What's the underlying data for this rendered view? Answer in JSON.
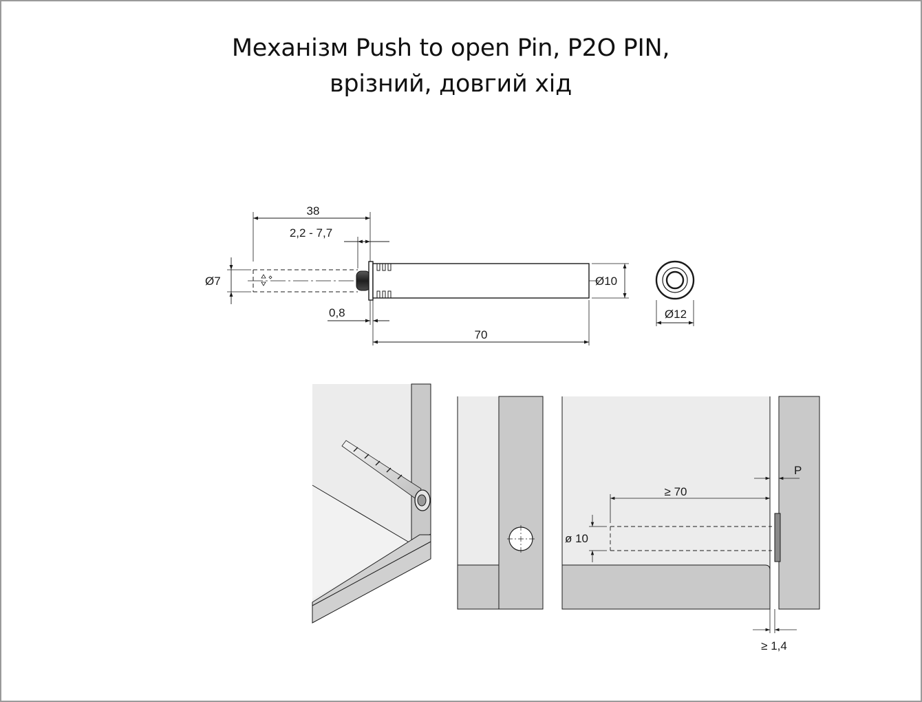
{
  "title": {
    "line1": "Механізм Push to open Pin, P2O PIN,",
    "line2": "врізний, довгий хід"
  },
  "dimensions": {
    "total_length": "38",
    "stroke_range": "2,2 - 7,7",
    "pin_diameter": "Ø7",
    "flange_thickness": "0,8",
    "body_length": "70",
    "body_diameter": "Ø10",
    "flange_diameter": "Ø12"
  },
  "installation": {
    "hole_diameter": "ø 10",
    "min_depth": "≥ 70",
    "gap_label": "P",
    "min_gap": "≥ 1,4"
  },
  "colors": {
    "line": "#1a1a1a",
    "panel": "#c8c8c8",
    "panel_light": "#ececec",
    "background": "#ffffff"
  }
}
